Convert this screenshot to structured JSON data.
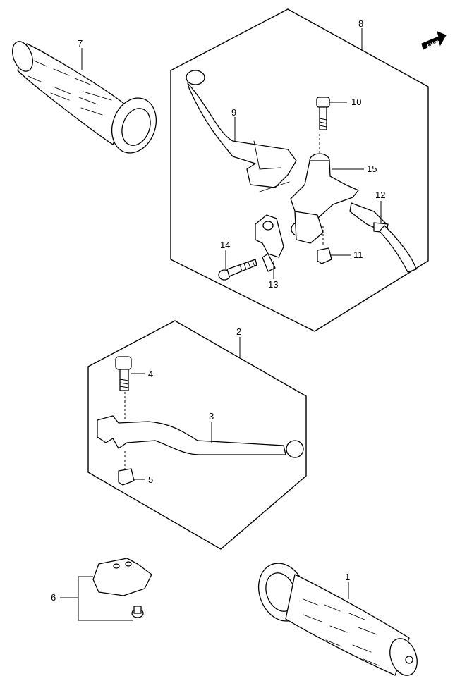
{
  "fwd_label": "FWD",
  "callouts": {
    "p1": "1",
    "p2": "2",
    "p3": "3",
    "p4": "4",
    "p5": "5",
    "p6": "6",
    "p7": "7",
    "p8": "8",
    "p9": "9",
    "p10": "10",
    "p11": "11",
    "p12": "12",
    "p13": "13",
    "p14": "14",
    "p15": "15"
  }
}
